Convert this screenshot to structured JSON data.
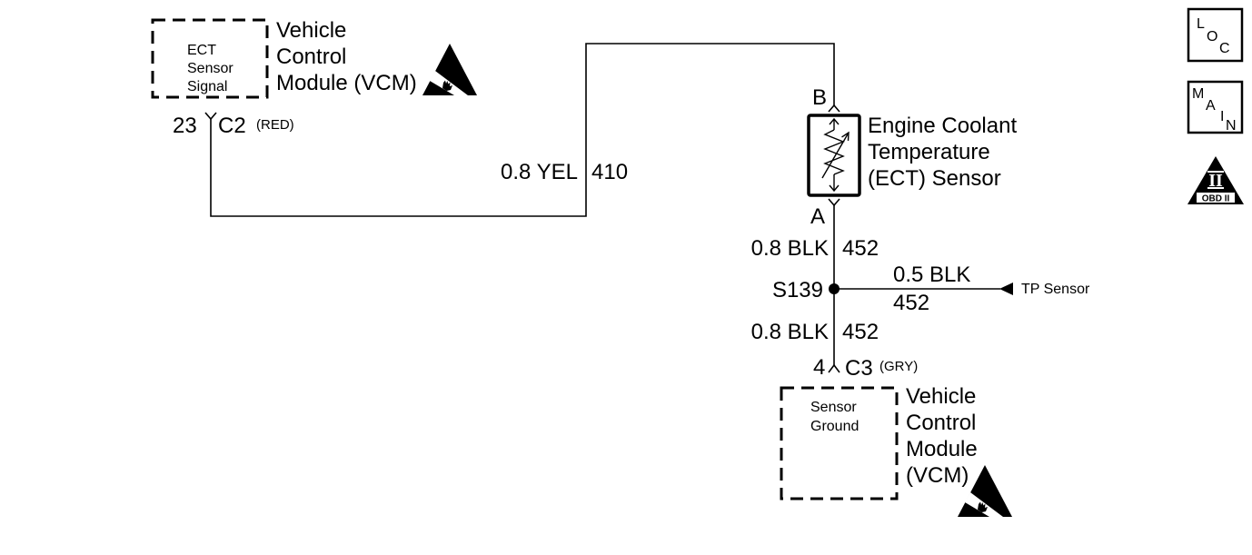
{
  "diagram": {
    "vcm_top": {
      "pin_function_lines": [
        "ECT",
        "Sensor",
        "Signal"
      ],
      "name_lines": [
        "Vehicle",
        "Control",
        "Module (VCM)"
      ],
      "esd_icon": "esd-warning-icon"
    },
    "connector_c2": {
      "cavity": "23",
      "connector": "C2",
      "color": "(RED)"
    },
    "wire_410": {
      "size_color": "0.8 YEL",
      "circuit": "410"
    },
    "ect_sensor": {
      "terminal_b": "B",
      "terminal_a": "A",
      "name_lines": [
        "Engine Coolant",
        "Temperature",
        "(ECT) Sensor"
      ],
      "icon": "thermistor-icon"
    },
    "wire_452_upper": {
      "size_color": "0.8 BLK",
      "circuit": "452"
    },
    "splice": {
      "id": "S139"
    },
    "branch_to_tp_sensor": {
      "size_color": "0.5 BLK",
      "circuit": "452",
      "destination": "TP Sensor",
      "icon": "arrow-left-icon"
    },
    "wire_452_lower": {
      "size_color": "0.8 BLK",
      "circuit": "452"
    },
    "connector_c3": {
      "cavity": "4",
      "connector": "C3",
      "color": "(GRY)"
    },
    "vcm_bottom": {
      "pin_function_lines": [
        "Sensor",
        "Ground"
      ],
      "name_lines": [
        "Vehicle",
        "Control",
        "Module",
        "(VCM)"
      ],
      "esd_icon": "esd-warning-icon"
    }
  },
  "legend_icons": {
    "loc": {
      "icon": "loc-icon",
      "letters": [
        "L",
        "O",
        "C"
      ]
    },
    "main": {
      "icon": "main-icon",
      "letters": [
        "M",
        "A",
        "I",
        "N"
      ]
    },
    "obd": {
      "icon": "obd-ii-icon",
      "numeral": "II",
      "caption": "OBD II"
    }
  },
  "colors": {
    "ink": "#000000",
    "background": "#ffffff"
  }
}
